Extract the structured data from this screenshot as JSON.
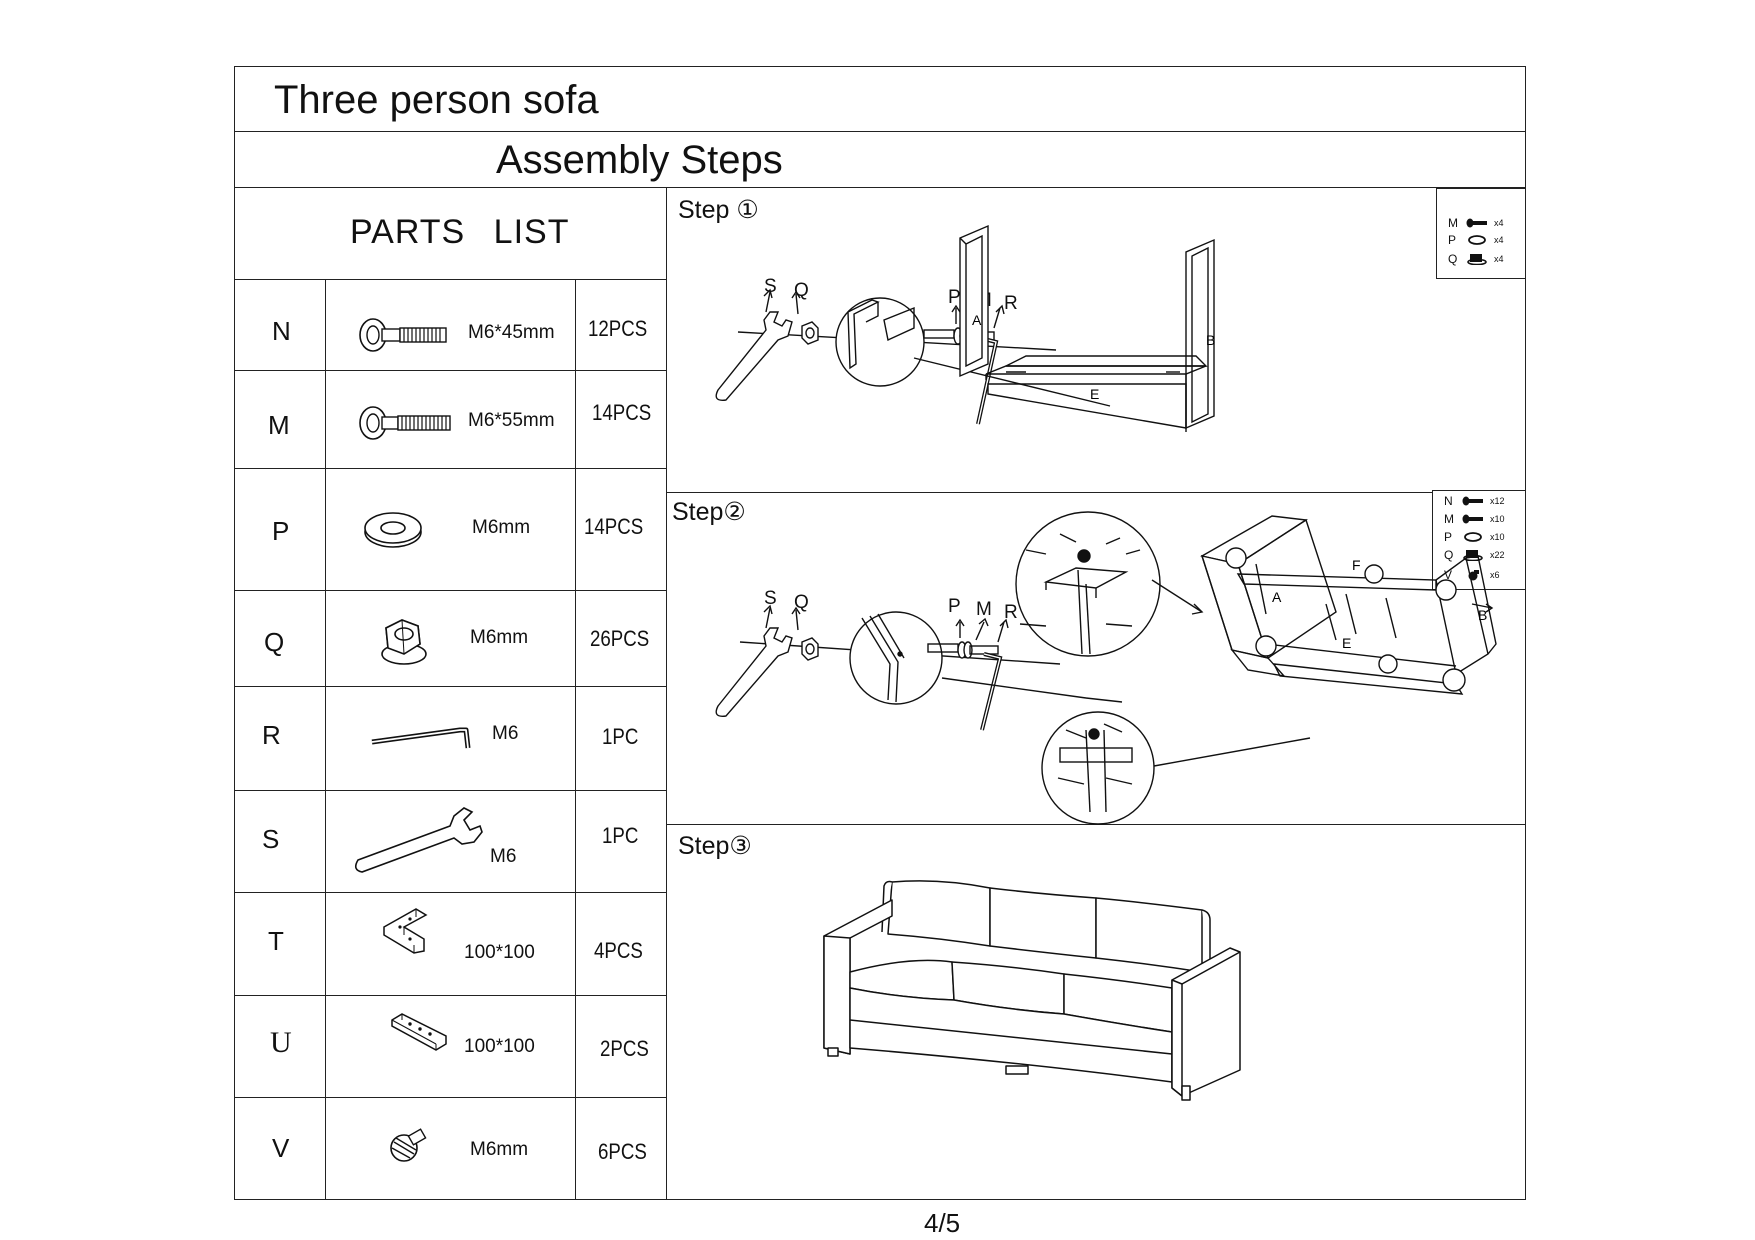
{
  "document": {
    "title": "Three person sofa",
    "subtitle": "Assembly  Steps",
    "page_number": "4/5"
  },
  "parts_list": {
    "header": "PARTS   LIST",
    "items": [
      {
        "letter": "N",
        "icon": "bolt-45-icon",
        "size": "M6*45mm",
        "qty": "12PCS"
      },
      {
        "letter": "M",
        "icon": "bolt-55-icon",
        "size": "M6*55mm",
        "qty": "14PCS"
      },
      {
        "letter": "P",
        "icon": "washer-icon",
        "size": "M6mm",
        "qty": "14PCS"
      },
      {
        "letter": "Q",
        "icon": "nut-icon",
        "size": "M6mm",
        "qty": "26PCS"
      },
      {
        "letter": "R",
        "icon": "allen-key-icon",
        "size": "M6",
        "qty": "1PC"
      },
      {
        "letter": "S",
        "icon": "wrench-icon",
        "size": "M6",
        "qty": "1PC"
      },
      {
        "letter": "T",
        "icon": "l-bracket-icon",
        "size": "100*100",
        "qty": "4PCS"
      },
      {
        "letter": "U",
        "icon": "flat-bracket-icon",
        "size": "100*100",
        "qty": "2PCS"
      },
      {
        "letter": "V",
        "icon": "knurled-nut-icon",
        "size": "M6mm",
        "qty": "6PCS"
      }
    ]
  },
  "steps": [
    {
      "label": "Step ①",
      "callouts": [
        "S",
        "Q",
        "P",
        "M",
        "R"
      ],
      "panel_labels": [
        "A",
        "B",
        "E"
      ],
      "hardware": [
        {
          "letter": "M",
          "count": "x4"
        },
        {
          "letter": "P",
          "count": "x4"
        },
        {
          "letter": "Q",
          "count": "x4"
        }
      ]
    },
    {
      "label": "Step②",
      "callouts": [
        "S",
        "Q",
        "P",
        "M",
        "R"
      ],
      "panel_labels": [
        "A",
        "B",
        "E",
        "F"
      ],
      "hardware": [
        {
          "letter": "N",
          "count": "x12"
        },
        {
          "letter": "M",
          "count": "x10"
        },
        {
          "letter": "P",
          "count": "x10"
        },
        {
          "letter": "Q",
          "count": "x22"
        },
        {
          "letter": "V",
          "count": "x6"
        }
      ]
    },
    {
      "label": "Step③"
    }
  ]
}
